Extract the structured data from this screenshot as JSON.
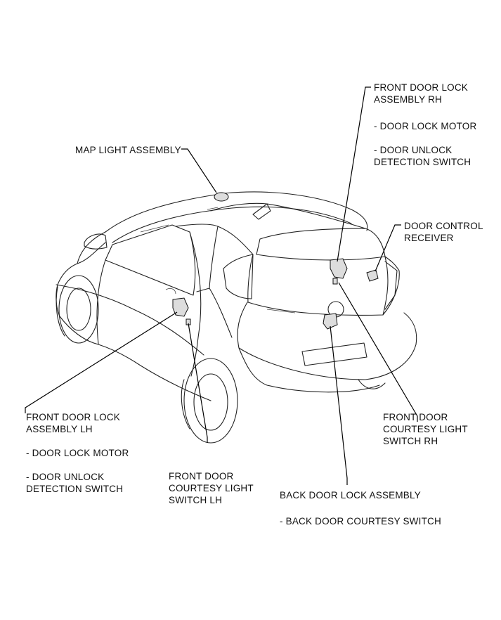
{
  "labels": {
    "map_light": {
      "line1": "MAP LIGHT ASSEMBLY"
    },
    "front_lock_rh": {
      "line1": "FRONT DOOR LOCK",
      "line2": "ASSEMBLY RH",
      "sub1": "- DOOR LOCK MOTOR",
      "sub2a": "- DOOR UNLOCK",
      "sub2b": "DETECTION SWITCH"
    },
    "door_control_receiver": {
      "line1": "DOOR CONTROL",
      "line2": "RECEIVER"
    },
    "front_courtesy_rh": {
      "line1": "FRONT DOOR",
      "line2": "COURTESY LIGHT",
      "line3": "SWITCH RH"
    },
    "front_lock_lh": {
      "line1": "FRONT DOOR LOCK",
      "line2": "ASSEMBLY LH",
      "sub1": "- DOOR LOCK MOTOR",
      "sub2a": "- DOOR UNLOCK",
      "sub2b": "DETECTION SWITCH"
    },
    "front_courtesy_lh": {
      "line1": "FRONT DOOR",
      "line2": "COURTESY LIGHT",
      "line3": "SWITCH LH"
    },
    "back_door_lock": {
      "line1": "BACK DOOR LOCK ASSEMBLY",
      "sub1": "- BACK DOOR COURTESY SWITCH"
    }
  }
}
